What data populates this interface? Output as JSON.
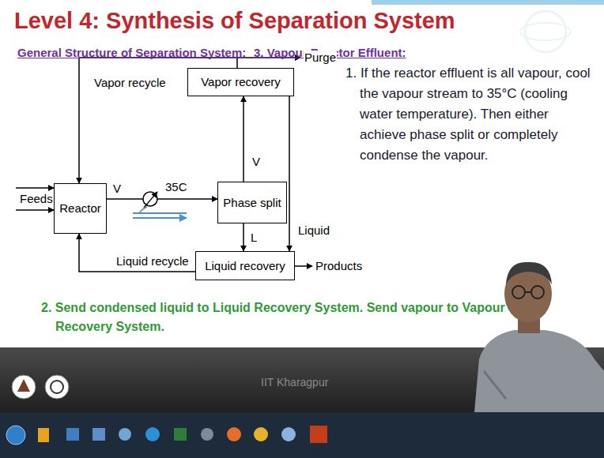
{
  "diagram": {
    "title": "Level 4: Synthesis of Separation System",
    "nodes": [
      {
        "text": [
          "Vapor recovery"
        ]
      },
      {
        "text": [
          "Reactor"
        ]
      },
      {
        "text": [
          "Phase split"
        ]
      },
      {
        "text": [
          "Liquid recovery"
        ]
      }
    ],
    "edges": [
      {
        "from": 1,
        "to": 2,
        "label": "V",
        "arrow": "to"
      },
      {
        "from": 2,
        "to": 0,
        "label": "V",
        "arrow": "to"
      },
      {
        "from": 2,
        "to": 3,
        "label": "L",
        "arrow": "to"
      },
      {
        "from": 0,
        "to": 3,
        "label": "Liquid",
        "arrow": "to"
      },
      {
        "from": 0,
        "to": 1,
        "label": "Vapor recycle",
        "arrow": "to"
      },
      {
        "from": 3,
        "to": 1,
        "label": "Liquid recycle",
        "arrow": "to"
      }
    ],
    "labels": [
      "General Structure of Separation System:",
      "3. Vapour Reactor Effluent:",
      "Purge",
      "Feeds",
      "35C",
      "Products",
      "1. If the reactor effluent is all vapour, cool the vapour stream to 35°C (cooling water temperature). Then either achieve phase split or completely condense the vapour.",
      "2. Send condensed liquid to Liquid Recovery System. Send vapour to Vapour Recovery System.",
      "IIT Kharagpur"
    ]
  }
}
